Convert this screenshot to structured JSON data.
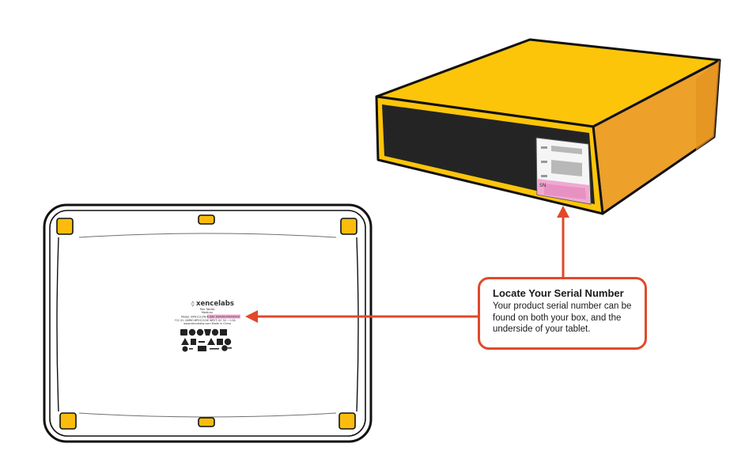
{
  "callout": {
    "title": "Locate Your Serial Number",
    "body": "Your product serial number can be found on both your box, and the underside of your tablet."
  },
  "tablet_label": {
    "brand": "xencelabs",
    "product": "Pen Tablet",
    "size": "Medium",
    "model_line": "Model: BPH1212W-A    S/N: XXXXXXXXXXXXX",
    "fcc_line": "FCC ID: 2ARBO-BPH1212W    INPUT: DC 5V ⎓ 0.5A",
    "web_line": "www.xencelabs.com    Made in China"
  },
  "colors": {
    "box_yellow": "#fdc50a",
    "box_side": "#eda02a",
    "box_front": "#242424",
    "accent_red": "#e0492b",
    "serial_pink": "#f0a8d2",
    "foot_yellow": "#fbbc0d"
  }
}
